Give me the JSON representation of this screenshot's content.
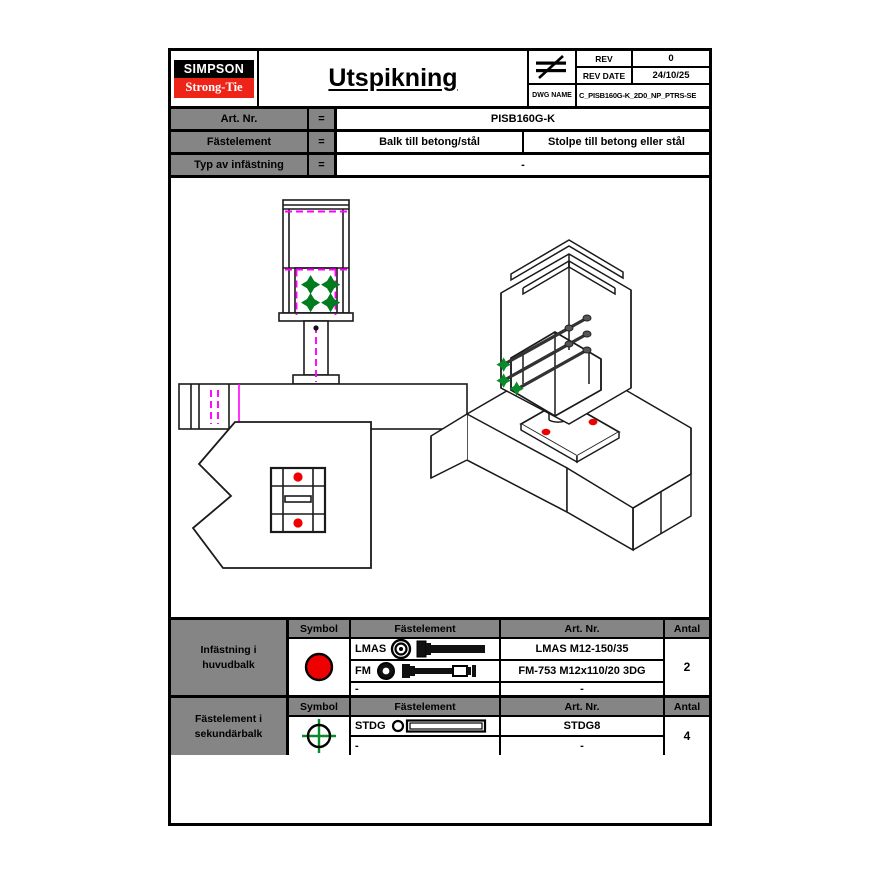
{
  "title_block": {
    "logo_top": "SIMPSON",
    "logo_bottom": "Strong-Tie",
    "drawing_title": "Utspikning",
    "projection_symbol": "first-angle-projection-icon",
    "rev_label": "REV",
    "rev_value": "0",
    "rev_date_label": "REV DATE",
    "rev_date_value": "24/10/25",
    "dwg_name_label": "DWG NAME",
    "dwg_name_value": "C_PISB160G-K_2D0_NP_PTRS-SE"
  },
  "spec": {
    "rows": [
      {
        "label": "Art. Nr.",
        "eq": "=",
        "values": [
          "PISB160G-K"
        ]
      },
      {
        "label": "Fästelement",
        "eq": "=",
        "values": [
          "Balk till betong/stål",
          "Stolpe till betong eller stål"
        ]
      },
      {
        "label": "Typ av infästning",
        "eq": "=",
        "values": [
          "-"
        ]
      }
    ]
  },
  "drawing": {
    "views": [
      {
        "name": "front-elevation-view",
        "description": "Beam to column front elevation with base plate"
      },
      {
        "name": "side-elevation-view",
        "description": "Side elevation of beam on support"
      },
      {
        "name": "plan-view",
        "description": "Plan view of base plate on concrete slab"
      },
      {
        "name": "isometric-3d-view",
        "description": "3D isometric assembly view"
      }
    ],
    "colors": {
      "outline": "#1a1a1a",
      "hidden_line": "#ff00ff",
      "bolt_marker": "#007c1e",
      "anchor_marker": "#ee0000"
    }
  },
  "fastener_tables": [
    {
      "name": "Infästning i\nhuvudbalk",
      "name_line1": "Infästning i",
      "name_line2": "huvudbalk",
      "symbol": "red-filled-circle-icon",
      "symbol_color": "#ee0000",
      "headers": {
        "symbol": "Symbol",
        "element": "Fästelement",
        "art": "Art. Nr.",
        "qty": "Antal"
      },
      "qty": "2",
      "rows": [
        {
          "element_code": "LMAS",
          "element_icon": "hex-bolt-icon",
          "art": "LMAS M12-150/35"
        },
        {
          "element_code": "FM",
          "element_icon": "expansion-anchor-icon",
          "art": "FM-753 M12x110/20 3DG"
        },
        {
          "element_code": "-",
          "element_icon": "",
          "art": "-"
        }
      ]
    },
    {
      "name_line1": "Fästelement i",
      "name_line2": "sekundärbalk",
      "symbol": "green-crosshair-circle-icon",
      "symbol_color": "#0a8a28",
      "headers": {
        "symbol": "Symbol",
        "element": "Fästelement",
        "art": "Art. Nr.",
        "qty": "Antal"
      },
      "qty": "4",
      "rows": [
        {
          "element_code": "STDG",
          "element_icon": "screw-icon",
          "art": "STDG8"
        },
        {
          "element_code": "-",
          "element_icon": "",
          "art": "-"
        }
      ]
    }
  ]
}
